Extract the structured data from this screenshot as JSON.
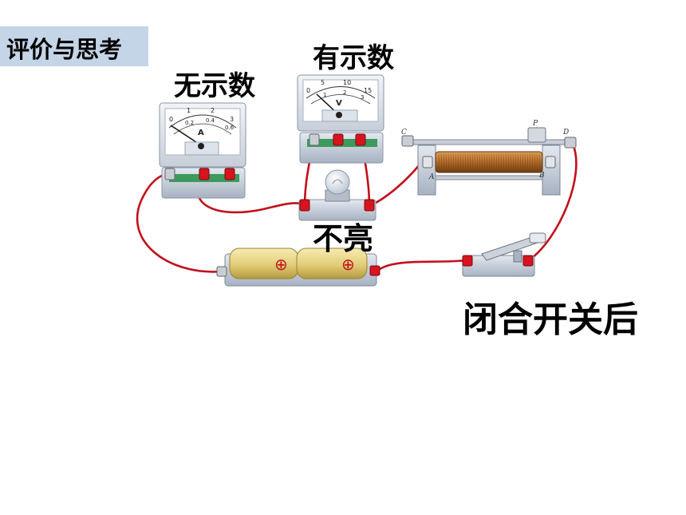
{
  "tag": {
    "label": "评价与思考"
  },
  "labels": {
    "ammeter_reading": "无示数",
    "voltmeter_reading": "有示数",
    "bulb_state": "不亮",
    "condition": "闭合开关后"
  },
  "ammeter": {
    "unit_mark": "A",
    "scale_top": [
      "0",
      "1",
      "2",
      "3"
    ],
    "scale_bottom": [
      "0.2",
      "0.4",
      "0.6"
    ]
  },
  "voltmeter": {
    "unit_mark": "V",
    "scale_top": [
      "0",
      "5",
      "10",
      "15"
    ],
    "scale_bottom": [
      "1",
      "2",
      "3"
    ]
  },
  "rheostat": {
    "terminal_labels": [
      "C",
      "P",
      "D",
      "A",
      "B"
    ]
  },
  "battery": {
    "cell_marks": [
      "⊕",
      "⊕"
    ]
  },
  "colors": {
    "wire": "#c0101c",
    "tag_bg": "#c5d5e8",
    "battery": "#e2cd78",
    "coil": "#b06a28",
    "base": "#c4ccd8"
  }
}
